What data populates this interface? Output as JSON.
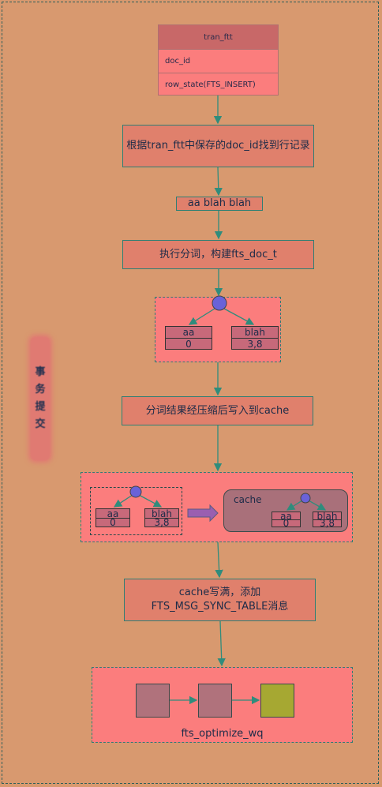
{
  "table": {
    "title": "tran_ftt",
    "rows": [
      "doc_id",
      "row_state(FTS_INSERT)"
    ]
  },
  "steps": {
    "find_row": "根据tran_ftt中保存的doc_id找到行记录",
    "doc_text": "aa blah blah",
    "tokenize": "执行分词，构建fts_doc_t",
    "write_cache": "分词结果经压缩后写入到cache",
    "cache_full_line1": "cache写满，添加",
    "cache_full_line2": "FTS_MSG_SYNC_TABLE消息"
  },
  "tree": {
    "leaf1": {
      "word": "aa",
      "pos": "0"
    },
    "leaf2": {
      "word": "blah",
      "pos": "3,8"
    }
  },
  "cache": {
    "label": "cache"
  },
  "queue": {
    "label": "fts_optimize_wq"
  },
  "side": {
    "chars": [
      "事",
      "务",
      "提",
      "交"
    ]
  },
  "colors": {
    "background": "#d8996f",
    "pink": "#fb7d7d",
    "node": "#6a62d8",
    "arrow_teal": "#2f8c7c",
    "purple_arrow": "#9a5fb0",
    "queue_last": "#a6a832"
  }
}
